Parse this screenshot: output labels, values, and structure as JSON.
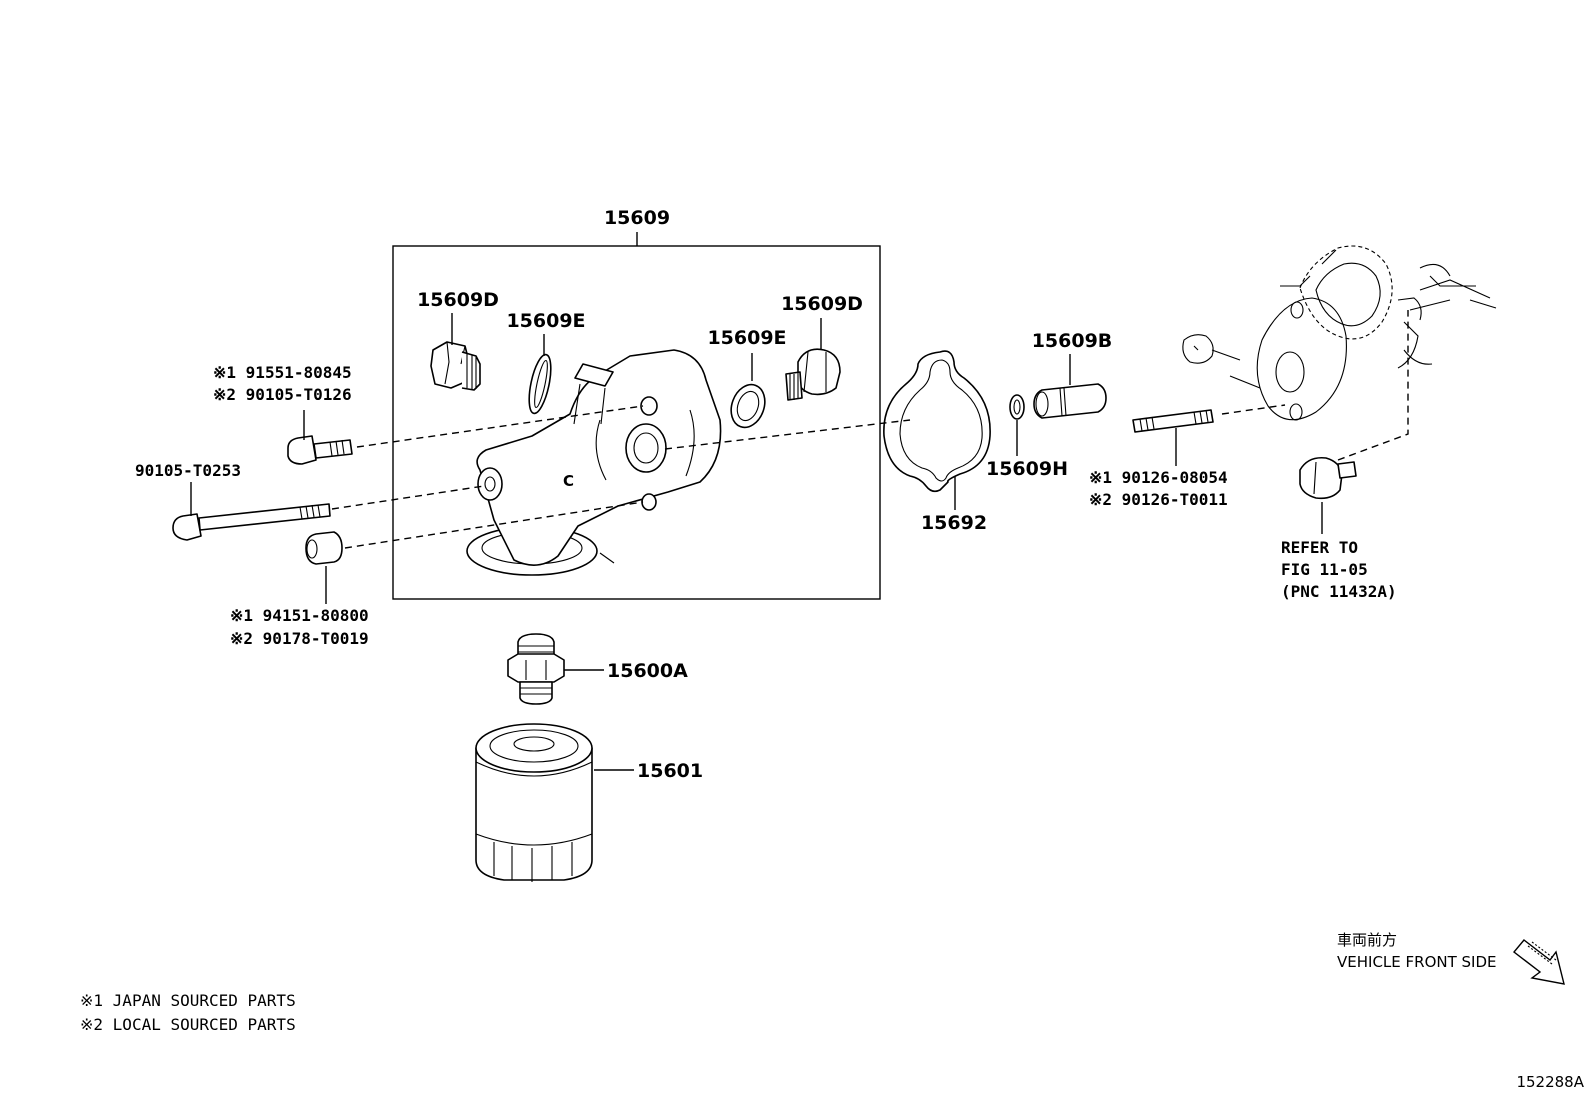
{
  "group_label": "15609",
  "callouts": {
    "c15609D_left": "15609D",
    "c15609E_left": "15609E",
    "c15609E_right": "15609E",
    "c15609D_right": "15609D",
    "c15609B": "15609B",
    "c15609H": "15609H",
    "c15692": "15692",
    "c15600A": "15600A",
    "c15601": "15601",
    "c90105_T0253": "90105-T0253"
  },
  "bolt_top": {
    "line1": "※1 91551-80845",
    "line2": "※2 90105-T0126"
  },
  "collar": {
    "line1": "※1 94151-80800",
    "line2": "※2 90178-T0019"
  },
  "stud": {
    "line1": "※1 90126-08054",
    "line2": "※2 90126-T0011"
  },
  "refer": {
    "line1": "REFER TO",
    "line2": "FIG 11-05",
    "line3": "(PNC 11432A)"
  },
  "direction": {
    "jp": "車両前方",
    "en": "VEHICLE FRONT SIDE"
  },
  "notes": {
    "n1": "※1 JAPAN SOURCED PARTS",
    "n2": "※2 LOCAL SOURCED PARTS"
  },
  "figure_id": "152288A"
}
